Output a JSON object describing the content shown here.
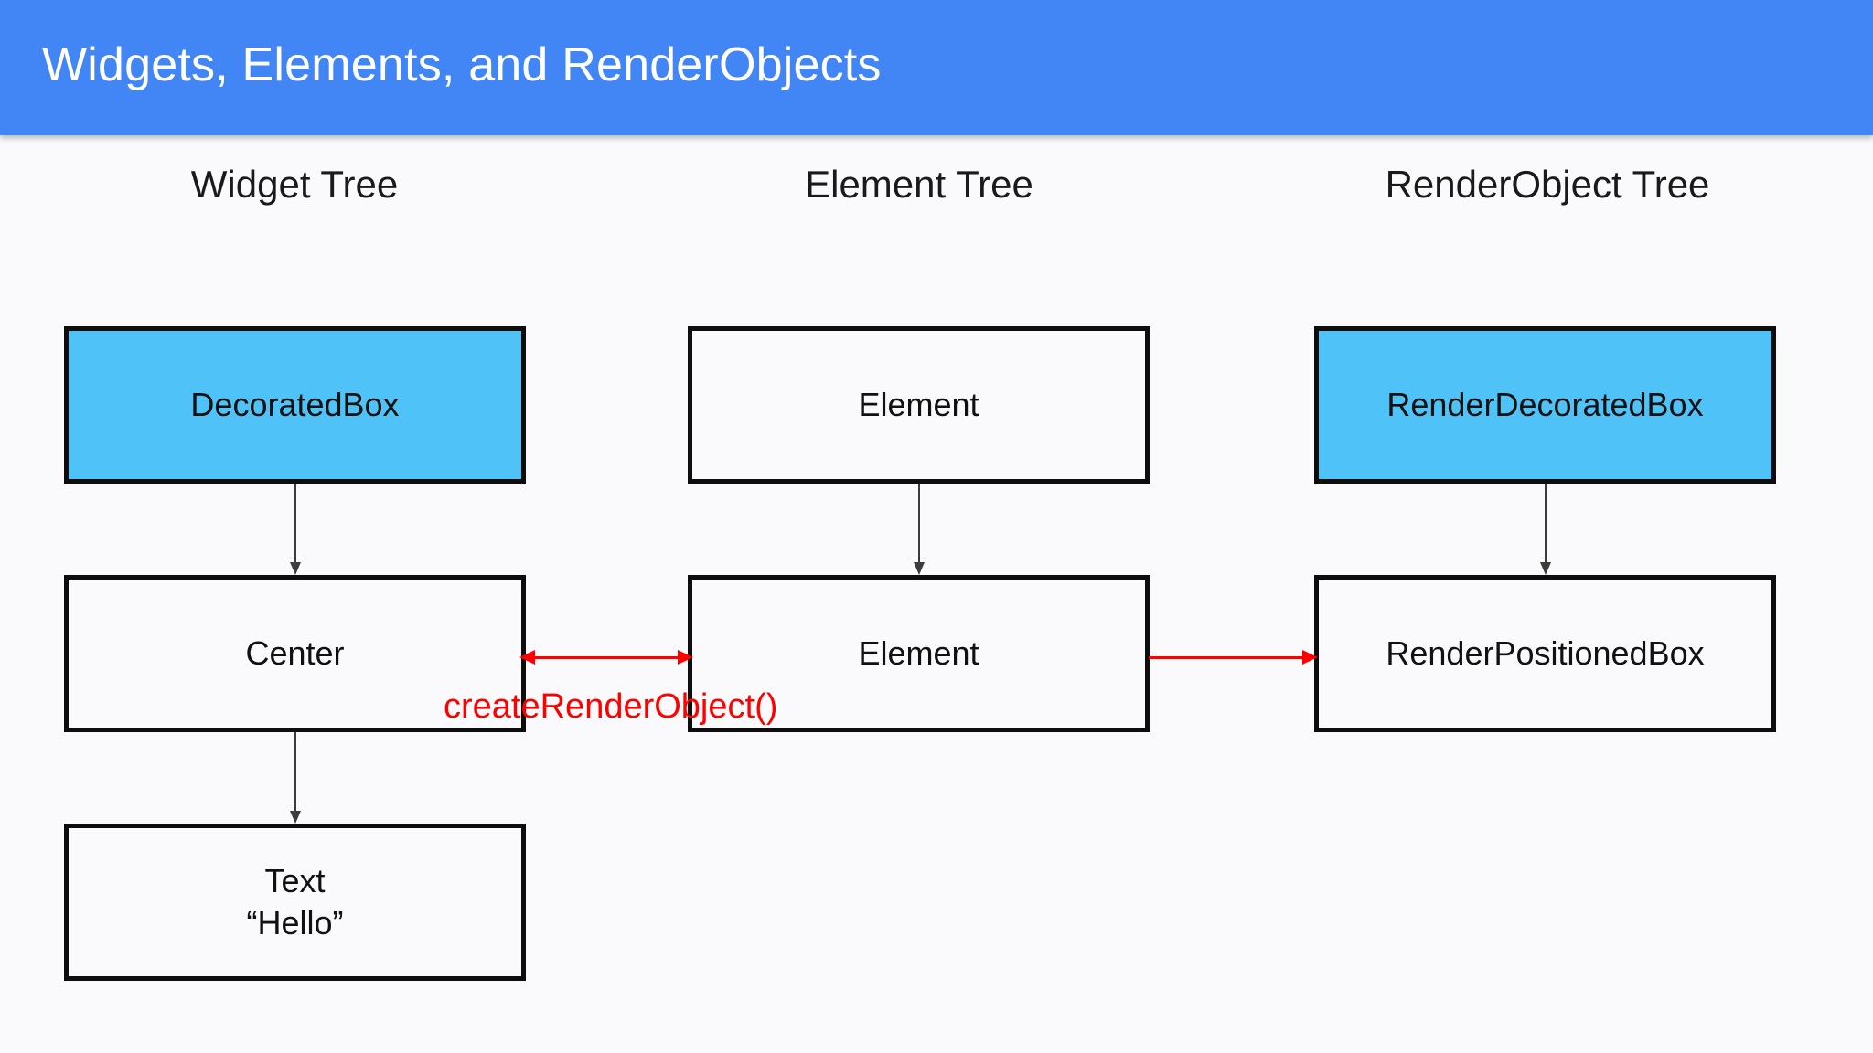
{
  "header": {
    "title": "Widgets, Elements, and RenderObjects",
    "background_color": "#4285F4",
    "text_color": "#FFFFFF"
  },
  "canvas": {
    "background_color": "#FAFAFC"
  },
  "colors": {
    "accent_blue": "#4285F4",
    "node_highlight": "#4FC3F7",
    "node_fill": "#FAFAFC",
    "node_border": "#0D0D0D",
    "connector": "#3C3C3C",
    "annotation_red": "#FF0000"
  },
  "columns": [
    {
      "label": "Widget Tree"
    },
    {
      "label": "Element Tree"
    },
    {
      "label": "RenderObject Tree"
    }
  ],
  "nodes": {
    "widget_decoratedbox": {
      "label": "DecoratedBox",
      "highlighted": true
    },
    "widget_center": {
      "label": "Center",
      "highlighted": false
    },
    "widget_text": {
      "label": "Text\n“Hello”",
      "highlighted": false
    },
    "element_top": {
      "label": "Element",
      "highlighted": false
    },
    "element_middle": {
      "label": "Element",
      "highlighted": false
    },
    "render_decoratedbox": {
      "label": "RenderDecoratedBox",
      "highlighted": true
    },
    "render_positionedbox": {
      "label": "RenderPositionedBox",
      "highlighted": false
    }
  },
  "annotations": {
    "create_render_object": "createRenderObject()"
  }
}
